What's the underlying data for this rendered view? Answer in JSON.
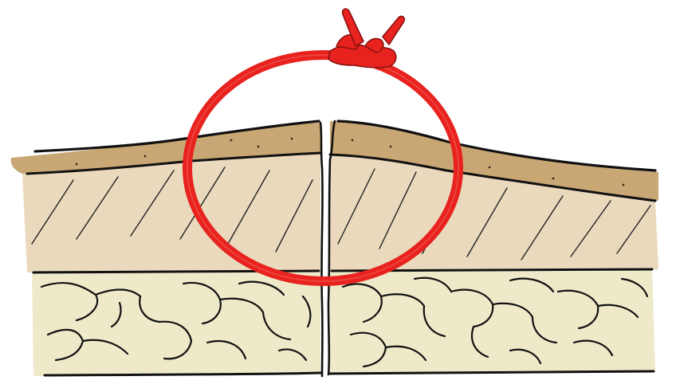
{
  "colors": {
    "background": "#ffffff",
    "epidermis": "#c9a775",
    "dermis": "#ead9bc",
    "fat": "#eeeac9",
    "ink": "#111111",
    "suture": "#e8221e"
  },
  "layers": [
    "epidermis",
    "dermis",
    "subcutaneous-fat"
  ],
  "icons": {
    "suture": "suture-loop-icon",
    "knot": "knot-icon"
  }
}
